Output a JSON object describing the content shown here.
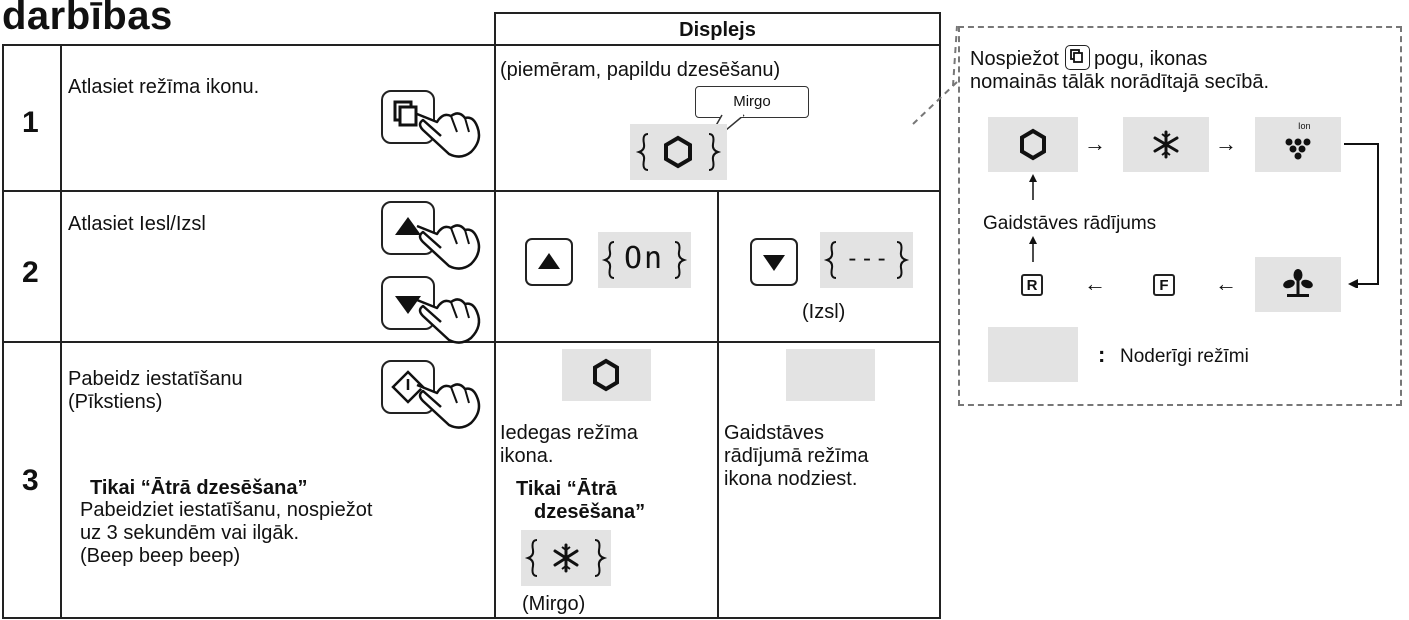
{
  "heading": "darbības",
  "table": {
    "display_header": "Displejs",
    "steps": [
      {
        "num": "1",
        "instruction": "Atlasiet režīma ikonu."
      },
      {
        "num": "2",
        "instruction": "Atlasiet Iesl/Izsl"
      },
      {
        "num": "3",
        "instruction_lines": [
          "Pabeidz iestatīšanu",
          "(Pīkstiens)"
        ],
        "note_title": "Tikai “Ātrā dzesēšana”",
        "note_lines": [
          "Pabeidziet iestatīšanu, nospiežot",
          "uz 3 sekundēm vai ilgāk.",
          "(Beep beep beep)"
        ]
      }
    ],
    "row1_display": {
      "example": "(piemēram, papildu dzesēšanu)",
      "callout": "Mirgo"
    },
    "row2_display": {
      "on_text": "On",
      "off_text": "- - -",
      "off_label": "(Izsl)"
    },
    "row3_display": {
      "left_lines": [
        "Iedegas režīma",
        "ikona."
      ],
      "left_note_lines": [
        "Tikai “Ātrā",
        "dzesēšana”"
      ],
      "left_blink": "(Mirgo)",
      "right_lines": [
        "Gaidstāves",
        "rādījumā režīma",
        "ikona nodziest."
      ]
    }
  },
  "sidebar": {
    "intro_before": "Nospiežot",
    "intro_after": "pogu, ikonas",
    "intro_line2": "nomainās tālāk norādītajā secībā.",
    "standby": "Gaidstāves rādījums",
    "ion_label": "Ion",
    "r_label": "R",
    "f_label": "F",
    "legend_colon": ":",
    "legend": "Noderīgi režīmi"
  },
  "colors": {
    "line": "#222222",
    "gray": "#e3e3e3",
    "dash": "#777777"
  },
  "icons": [
    "mode-select-icon",
    "hand-press-icon",
    "up-arrow-icon",
    "down-arrow-icon",
    "confirm-icon",
    "hexagon-icon",
    "snowflake-icon",
    "ion-grapes-icon",
    "leaf-icon"
  ]
}
